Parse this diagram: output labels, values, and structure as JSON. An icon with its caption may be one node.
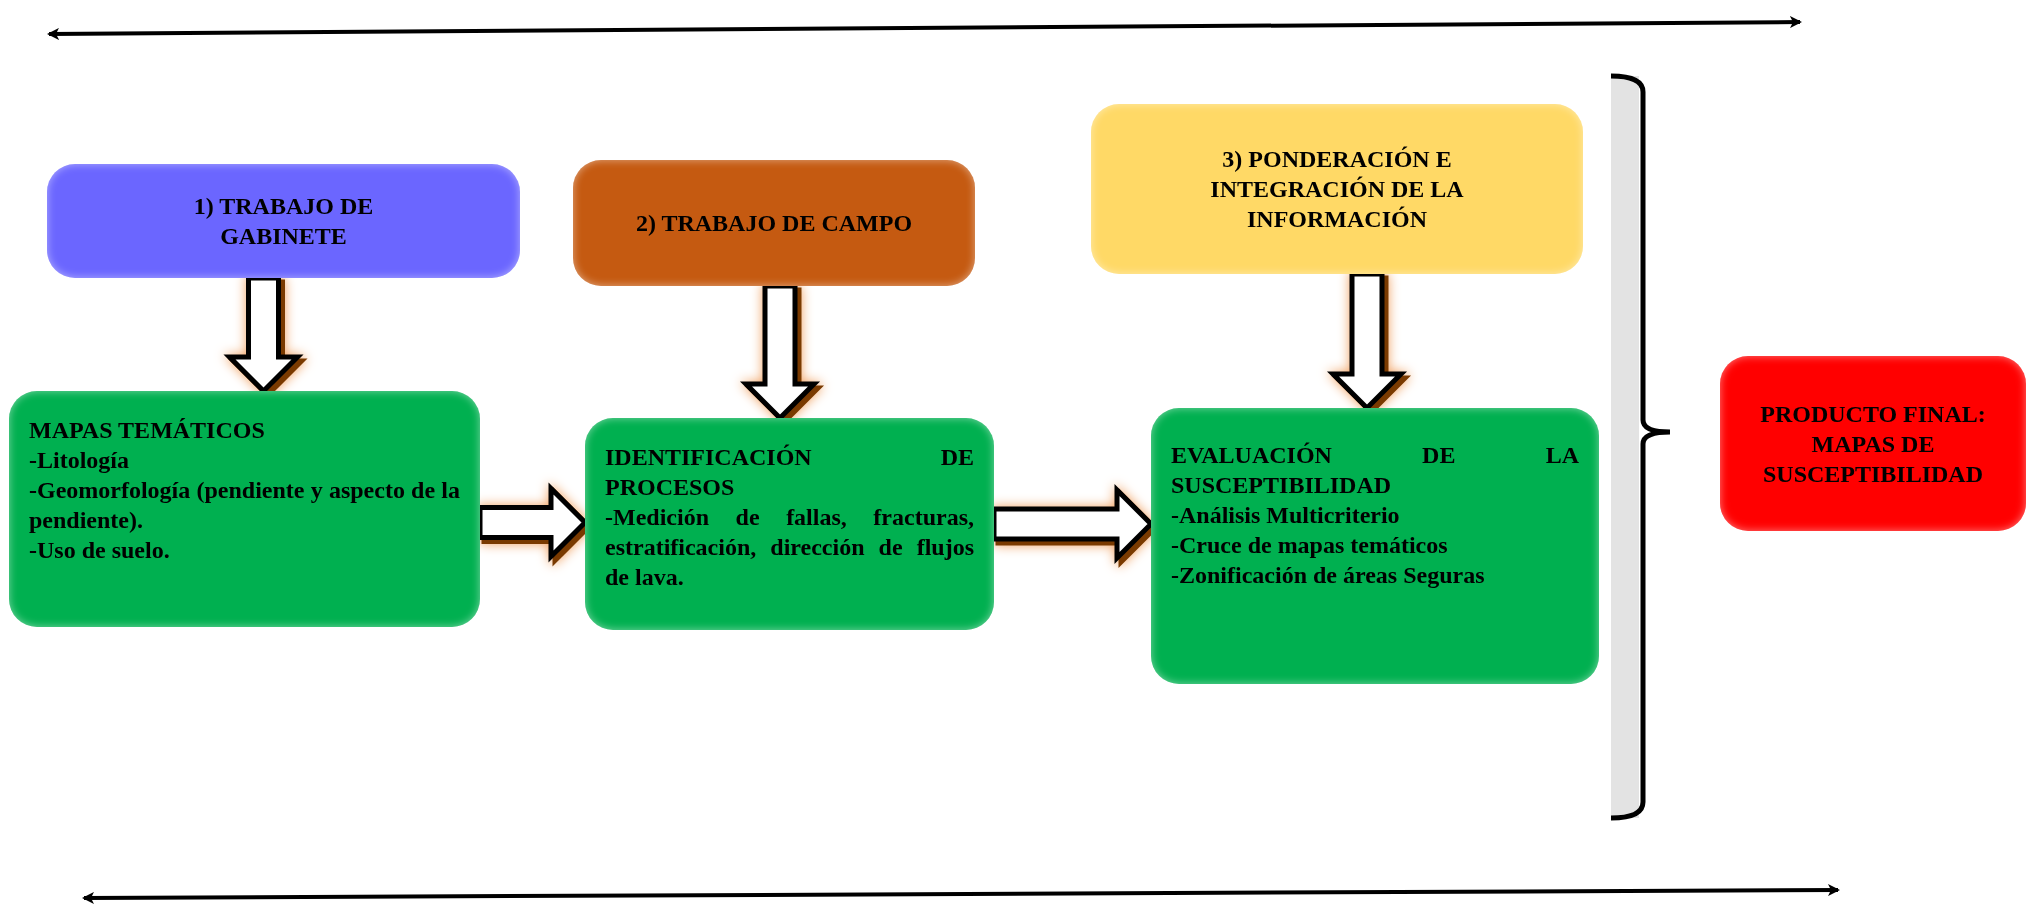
{
  "diagram": {
    "nodes": [
      {
        "text": [
          "1)   TRABAJO DE GABINETE"
        ]
      },
      {
        "text": [
          "2) TRABAJO DE CAMPO"
        ]
      },
      {
        "text": [
          "3) PONDERACIÓN E INTEGRACIÓN DE LA INFORMACIÓN"
        ]
      },
      {
        "text": [
          "MAPAS TEMÁTICOS",
          "-Litología",
          "-Geomorfología (pendiente y aspecto de la pendiente).",
          "-Uso de suelo."
        ]
      },
      {
        "text": [
          "IDENTIFICACIÓN DE PROCESOS",
          "-Medición de fallas, fracturas, estratificación, dirección de flujos de lava."
        ]
      },
      {
        "text": [
          "EVALUACIÓN DE LA SUSCEPTIBILIDAD",
          "-Análisis Multicriterio",
          "-Cruce de mapas temáticos",
          "-Zonificación de áreas Seguras"
        ]
      },
      {
        "text": [
          "PRODUCTO FINAL:",
          "MAPAS DE SUSCEPTIBILIDAD"
        ]
      }
    ],
    "edges": [
      {
        "from": 0,
        "to": 3,
        "arrow": "to"
      },
      {
        "from": 1,
        "to": 4,
        "arrow": "to"
      },
      {
        "from": 2,
        "to": 5,
        "arrow": "to"
      },
      {
        "from": 3,
        "to": 4,
        "arrow": "to"
      },
      {
        "from": 4,
        "to": 5,
        "arrow": "to"
      }
    ]
  }
}
